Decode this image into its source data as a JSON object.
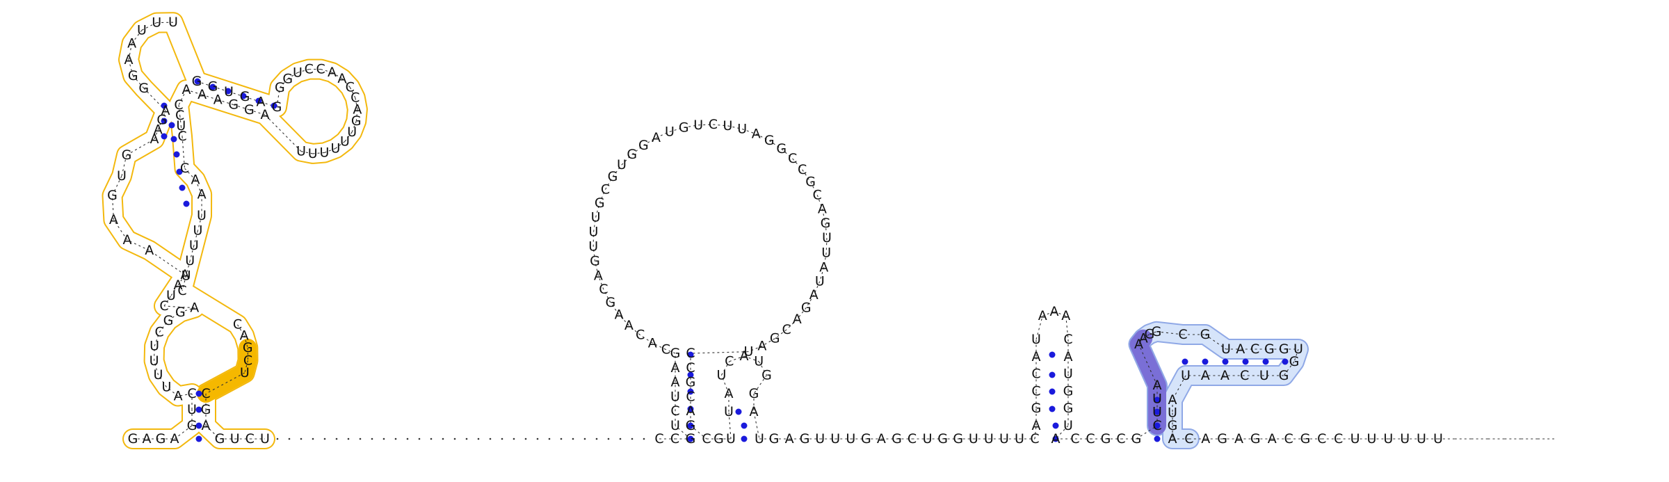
{
  "diagram": {
    "type": "rna-secondary-structure",
    "colors": {
      "background": "#ffffff",
      "nucleotide": "#111111",
      "backbone": "#333333",
      "base_pair": "#1a1adc",
      "highlight_orange_outline": "#f2b400",
      "highlight_orange_fill": "#f5b800",
      "highlight_blue_outline": "#8fa8e6",
      "highlight_blue_fill": "#d6e4fa",
      "highlight_purple_fill": "#7a6fd6"
    },
    "domains": {
      "d1": "GAGAGUCAUUUUCGGACUAAAAAGUGAAGAGGAAUUUGGUGAGGGUCCAACCAGUUUUUUAGGAAACCUCCAAUUUUUCCAGCUCGAG",
      "d2": "UCUCCGUCUAAGCACAAGCAGUUUGCGUGGAUGUCUUAGGCCGCAGUUAUAGACGAUCCGCAGC",
      "d3": "GUUAUCAUGGAUGAGUUUGAGCUGGUUUUCAGCCA",
      "d4": "UAAACAUGGUACCGCGCUUAAAGGCGUACGGUGGUCAAUAUGACAGAGACGCCUUUUUU"
    }
  }
}
